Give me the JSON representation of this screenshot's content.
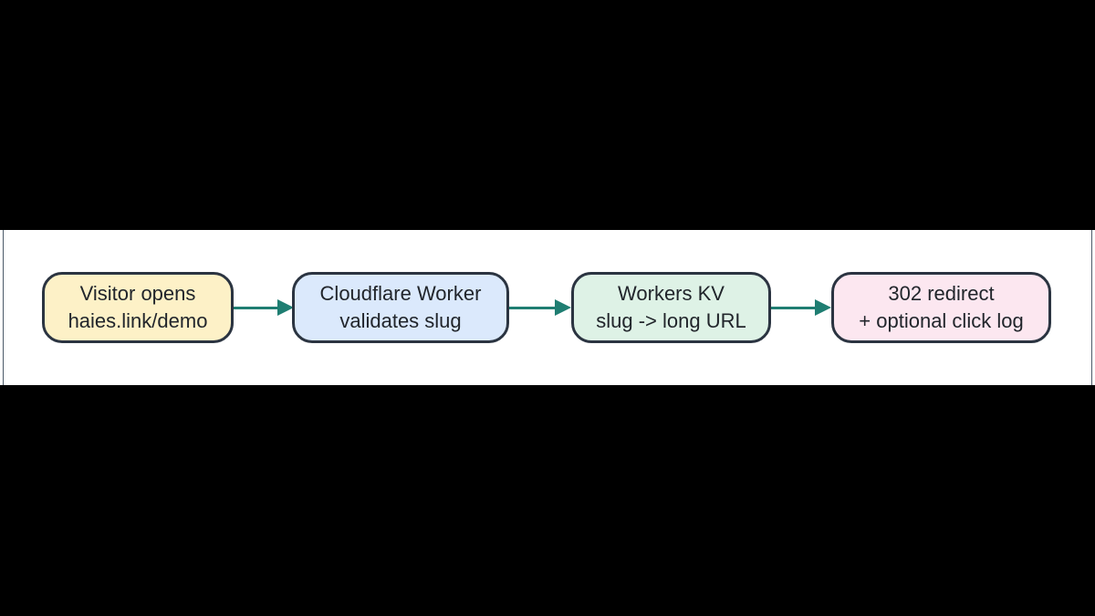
{
  "canvas": {
    "background_color": "#000000",
    "panel_background_color": "#ffffff",
    "panel_frame_color": "#4c5b69"
  },
  "diagram": {
    "type": "flowchart",
    "direction": "left-to-right",
    "arrow_color": "#1f7e72",
    "node_border_color": "#2b3441",
    "text_color": "#21252b",
    "nodes": [
      {
        "id": "visitor",
        "line1": "Visitor opens",
        "line2": "haies.link/demo",
        "fill": "#fdf1c7"
      },
      {
        "id": "worker",
        "line1": "Cloudflare Worker",
        "line2": "validates slug",
        "fill": "#dbe9fc"
      },
      {
        "id": "kv",
        "line1": "Workers KV",
        "line2": "slug -> long URL",
        "fill": "#def2e6"
      },
      {
        "id": "redirect",
        "line1": "302 redirect",
        "line2": "+ optional click log",
        "fill": "#fce7f0"
      }
    ],
    "edges": [
      {
        "from": "visitor",
        "to": "worker"
      },
      {
        "from": "worker",
        "to": "kv"
      },
      {
        "from": "kv",
        "to": "redirect"
      }
    ]
  }
}
